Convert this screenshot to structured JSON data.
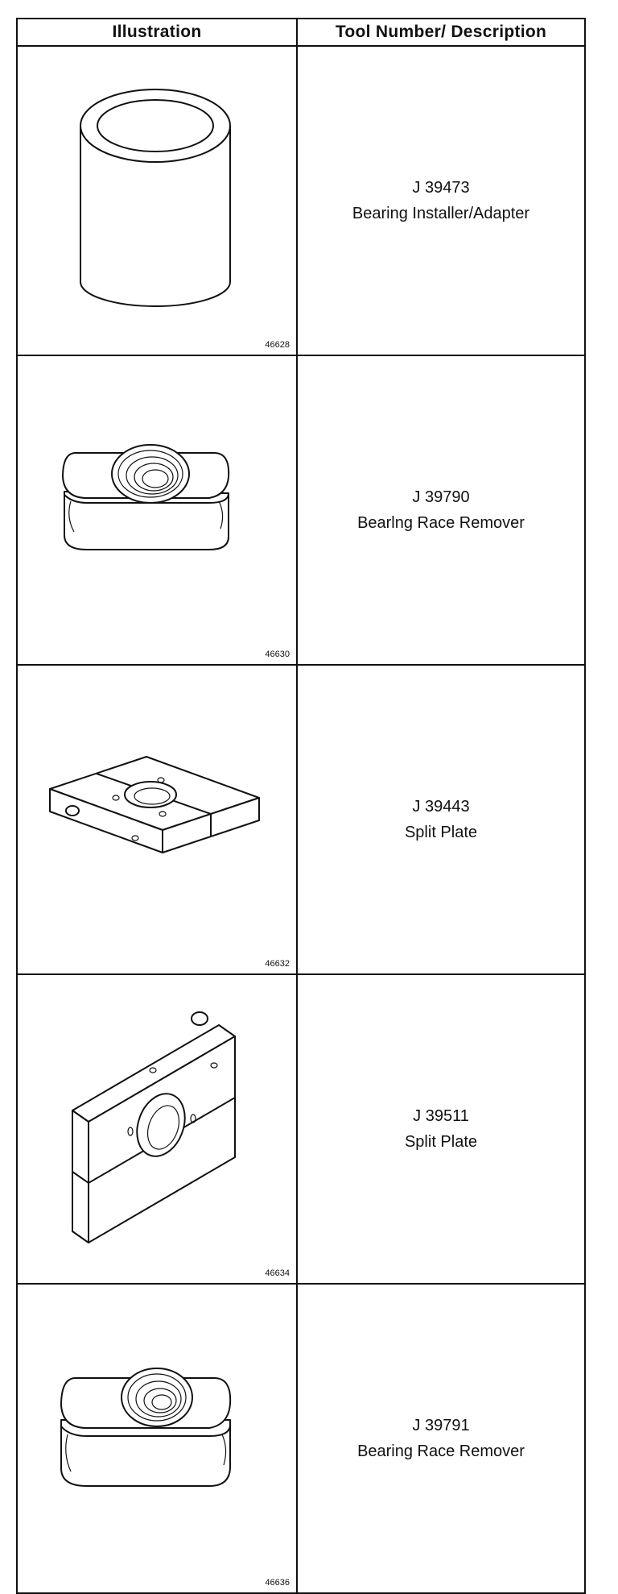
{
  "table": {
    "headers": {
      "illustration": "Illustration",
      "description": "Tool Number/ Description"
    },
    "rows": [
      {
        "figure_number": "46628",
        "tool_number": "J 39473",
        "description": "Bearing Installer/Adapter",
        "icon": "cylinder-sleeve-icon"
      },
      {
        "figure_number": "46630",
        "tool_number": "J 39790",
        "description": "Bearlng Race Remover",
        "icon": "threaded-block-icon"
      },
      {
        "figure_number": "46632",
        "tool_number": "J 39443",
        "description": "Split Plate",
        "icon": "split-plate-icon"
      },
      {
        "figure_number": "46634",
        "tool_number": "J 39511",
        "description": "Split Plate",
        "icon": "split-plate-icon"
      },
      {
        "figure_number": "46636",
        "tool_number": "J 39791",
        "description": "Bearing Race Remover",
        "icon": "threaded-block-icon"
      }
    ]
  }
}
